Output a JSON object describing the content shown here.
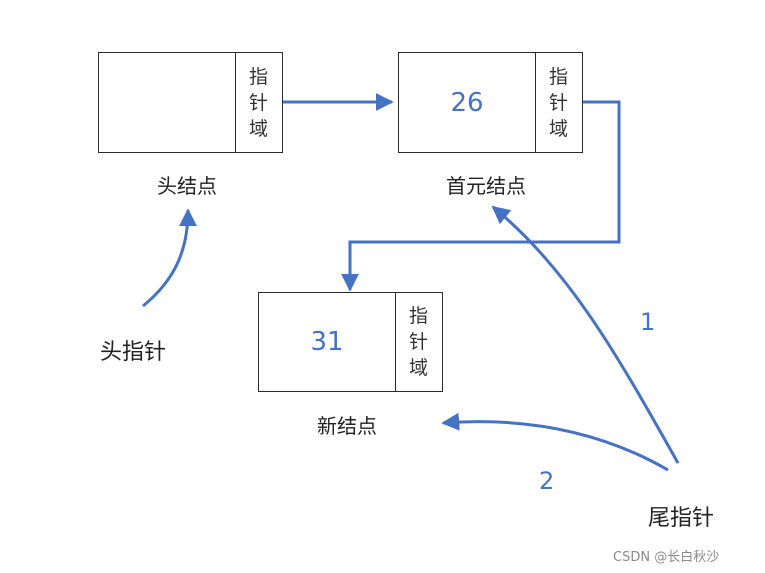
{
  "colors": {
    "accent": "#4472c4",
    "border": "#2b2b2b"
  },
  "nodes": {
    "head": {
      "data": "",
      "pointer": "指针域",
      "label": "头结点"
    },
    "first": {
      "data": "26",
      "pointer": "指针域",
      "label": "首元结点"
    },
    "new": {
      "data": "31",
      "pointer": "指针域",
      "label": "新结点"
    }
  },
  "labels": {
    "head_pointer": "头指针",
    "tail_pointer": "尾指针",
    "step1": "1",
    "step2": "2"
  },
  "watermark": "CSDN @长白秋沙"
}
